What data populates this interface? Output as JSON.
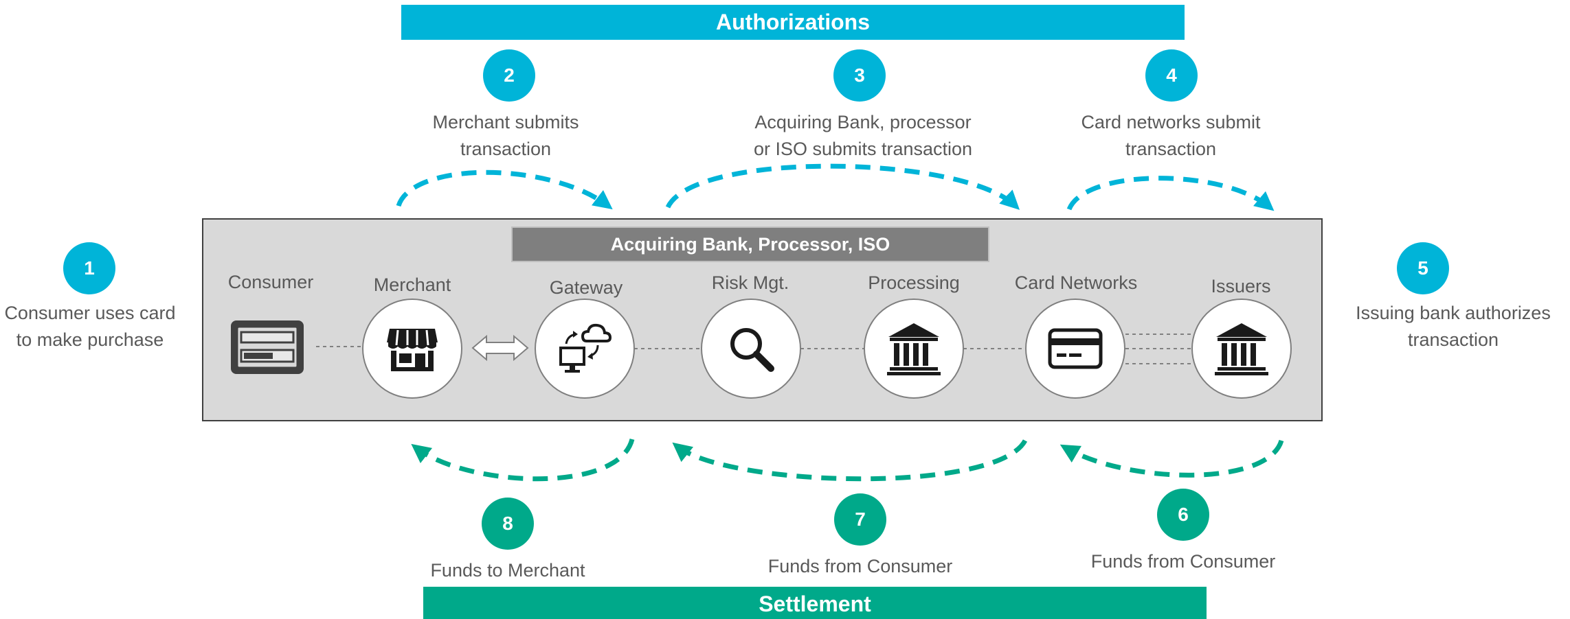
{
  "authorizations": {
    "label": "Authorizations"
  },
  "settlement": {
    "label": "Settlement"
  },
  "acquiring_header": "Acquiring Bank, Processor, ISO",
  "steps": {
    "s1": {
      "number": "1",
      "line1": "Consumer uses card",
      "line2": "to make purchase"
    },
    "s2": {
      "number": "2",
      "line1": "Merchant submits",
      "line2": "transaction"
    },
    "s3": {
      "number": "3",
      "line1": "Acquiring Bank, processor",
      "line2": "or ISO submits transaction"
    },
    "s4": {
      "number": "4",
      "line1": "Card networks submit",
      "line2": "transaction"
    },
    "s5": {
      "number": "5",
      "line1": "Issuing bank authorizes",
      "line2": "transaction"
    },
    "s6": {
      "number": "6",
      "line1": "Funds from Consumer"
    },
    "s7": {
      "number": "7",
      "line1": "Funds from Consumer"
    },
    "s8": {
      "number": "8",
      "line1": "Funds to Merchant"
    }
  },
  "entities": {
    "consumer": "Consumer",
    "merchant": "Merchant",
    "gateway": "Gateway",
    "risk": "Risk Mgt.",
    "processing": "Processing",
    "card_networks": "Card Networks",
    "issuers": "Issuers"
  },
  "colors": {
    "authorization": "#00b4d8",
    "settlement": "#00a98a",
    "panel": "#d9d9d9",
    "header": "#7f7f7f",
    "text": "#595959"
  },
  "icons": {
    "consumer": "credit-card-outline-icon",
    "merchant": "storefront-icon",
    "gateway": "cloud-computer-icon",
    "risk": "magnifier-icon",
    "processing": "bank-icon",
    "card_networks": "credit-card-icon",
    "issuers": "bank-icon"
  }
}
